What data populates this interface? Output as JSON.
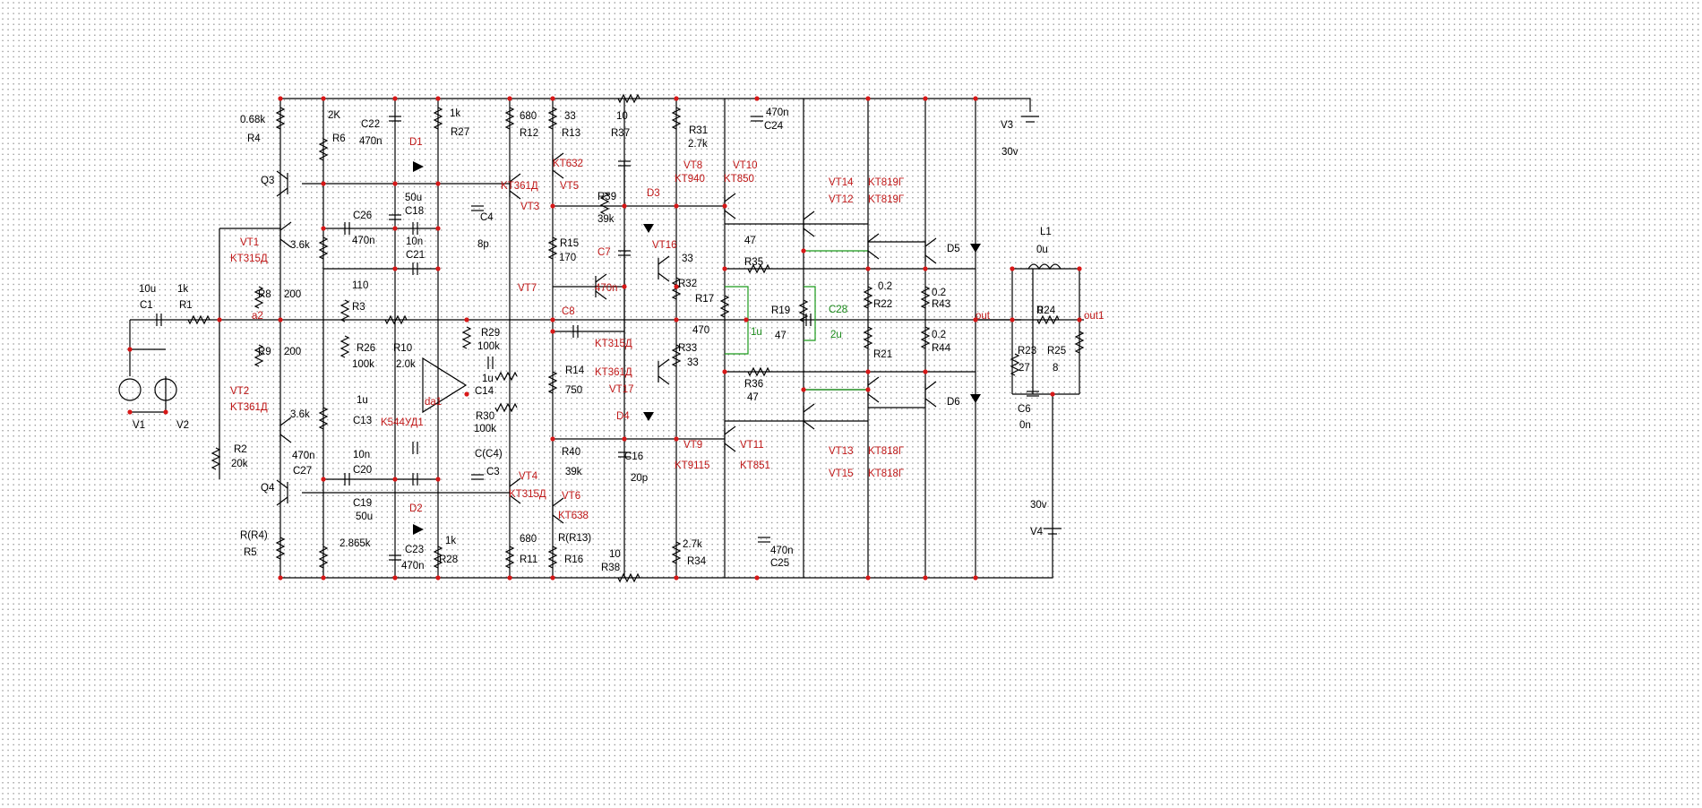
{
  "colors": {
    "wire": "#000000",
    "node": "#d81818",
    "label_red": "#c01818",
    "label_green": "#1a8a1a",
    "grid_dot": "#9a9a9a"
  },
  "labels": {
    "R4_val": "0.68k",
    "R4": "R4",
    "R6_val": "2K",
    "R6": "R6",
    "C22": "C22",
    "C22_val": "470n",
    "R27_val": "1k",
    "R27": "R27",
    "D1": "D1",
    "R12_val": "680",
    "R12": "R12",
    "R13_val": "33",
    "R13": "R13",
    "R37_val": "10",
    "R37": "R37",
    "R31": "R31",
    "R31_val": "2.7k",
    "C24_val": "470n",
    "C24": "C24",
    "V3": "V3",
    "V3_val": "30v",
    "Q3": "Q3",
    "C18_val": "50u",
    "C18": "C18",
    "VT5_red": "KT632",
    "VT8": "VT8",
    "VT8_type": "KT940",
    "VT10": "VT10",
    "VT10_type": "KT850",
    "VT3_type": "KT361Д",
    "VT5": "VT5",
    "R39": "R39",
    "D3": "D3",
    "VT14": "VT14",
    "VT14_type": "KT819Г",
    "VT12": "VT12",
    "VT12_type": "KT819Г",
    "C26": "C26",
    "C4": "C4",
    "VT3": "VT3",
    "VT1": "VT1",
    "VT1_type": "KT315Д",
    "C26_val": "470n",
    "C21_val": "10n",
    "C21": "C21",
    "C4_val": "8p",
    "R39_val": "39k",
    "VT16": "VT16",
    "R_47a": "47",
    "R5_side_36": "3.6k",
    "R15": "R15",
    "R15_val": "170",
    "C7": "C7",
    "R_33a": "33",
    "R35": "R35",
    "D5": "D5",
    "L1": "L1",
    "L1_val": "0u",
    "R8": "R8",
    "R_110": "110",
    "VT7": "VT7",
    "C7_val": "470n",
    "R32": "R32",
    "R22_val": "0.2",
    "R43_val": "0.2",
    "R_200a": "200",
    "R3": "R3",
    "R17": "R17",
    "R19": "R19",
    "C28": "C28",
    "R22": "R22",
    "R43": "R43",
    "R24_val": "0",
    "V1_val": "10u",
    "R1_val": "1k",
    "C1": "C1",
    "R1": "R1",
    "C8": "C8",
    "out": "out",
    "R24": "R24",
    "out1": "out1",
    "a2": "a2",
    "R29": "R29",
    "R29_val": "100k",
    "R17_val": "470",
    "C1u_a": "1u",
    "R19_val": "47",
    "C28_val": "2u",
    "R44_val": "0.2",
    "R9": "R9",
    "R_200b": "200",
    "R26": "R26",
    "R10": "R10",
    "C315": "KT315Д",
    "R33": "R33",
    "R21": "R21",
    "R44": "R44",
    "R23": "R23",
    "R25": "R25",
    "R26_val": "100k",
    "R10_val": "2.0k",
    "C14_val": "1u",
    "C14": "C14",
    "R14": "R14",
    "R33_val": "33",
    "R23_val": "27",
    "R25_val": "8",
    "VT2": "VT2",
    "VT2_type": "KT361Д",
    "C13_val": "1u",
    "da1": "da1",
    "R14_val": "750",
    "VT17_type": "KT361Д",
    "VT17": "VT17",
    "R36": "R36",
    "R36_val": "47",
    "C6": "C6",
    "C6_val": "0n",
    "V1": "V1",
    "V2": "V2",
    "C13": "C13",
    "da1_type": "K544УД1",
    "R30": "R30",
    "R30_val": "100k",
    "D4": "D4",
    "D6": "D6",
    "R2": "R2",
    "R2_val": "20k",
    "R_36b": "3.6k",
    "R40": "R40",
    "C16": "C16",
    "VT9": "VT9",
    "VT9_type": "KT9115",
    "VT11": "VT11",
    "VT11_type": "KT851",
    "VT13": "VT13",
    "VT13_type": "KT818Г",
    "VT15": "VT15",
    "VT15_type": "KT818Г",
    "C27_val": "470n",
    "C27": "C27",
    "C20_val": "10n",
    "C20": "C20",
    "C3_lbl": "C(C4)",
    "C3": "C3",
    "VT4": "VT4",
    "VT4_type": "KT315Д",
    "R40_val": "39k",
    "C16_val": "20p",
    "Q4": "Q4",
    "C19": "C19",
    "C19_val": "50u",
    "D2": "D2",
    "VT6": "VT6",
    "VT6_type": "KT638",
    "V4_val": "30v",
    "V4": "V4",
    "R5_lbl": "R(R4)",
    "R5": "R5",
    "R2865": "2.865k",
    "C23": "C23",
    "C23_val": "470n",
    "R28_val": "1k",
    "R28": "R28",
    "R11_val": "680",
    "R11": "R11",
    "R16_lbl": "R(R13)",
    "R16": "R16",
    "R38_val": "10",
    "R38": "R38",
    "R34_val": "2.7k",
    "R34": "R34",
    "C25_val": "470n",
    "C25": "C25"
  }
}
